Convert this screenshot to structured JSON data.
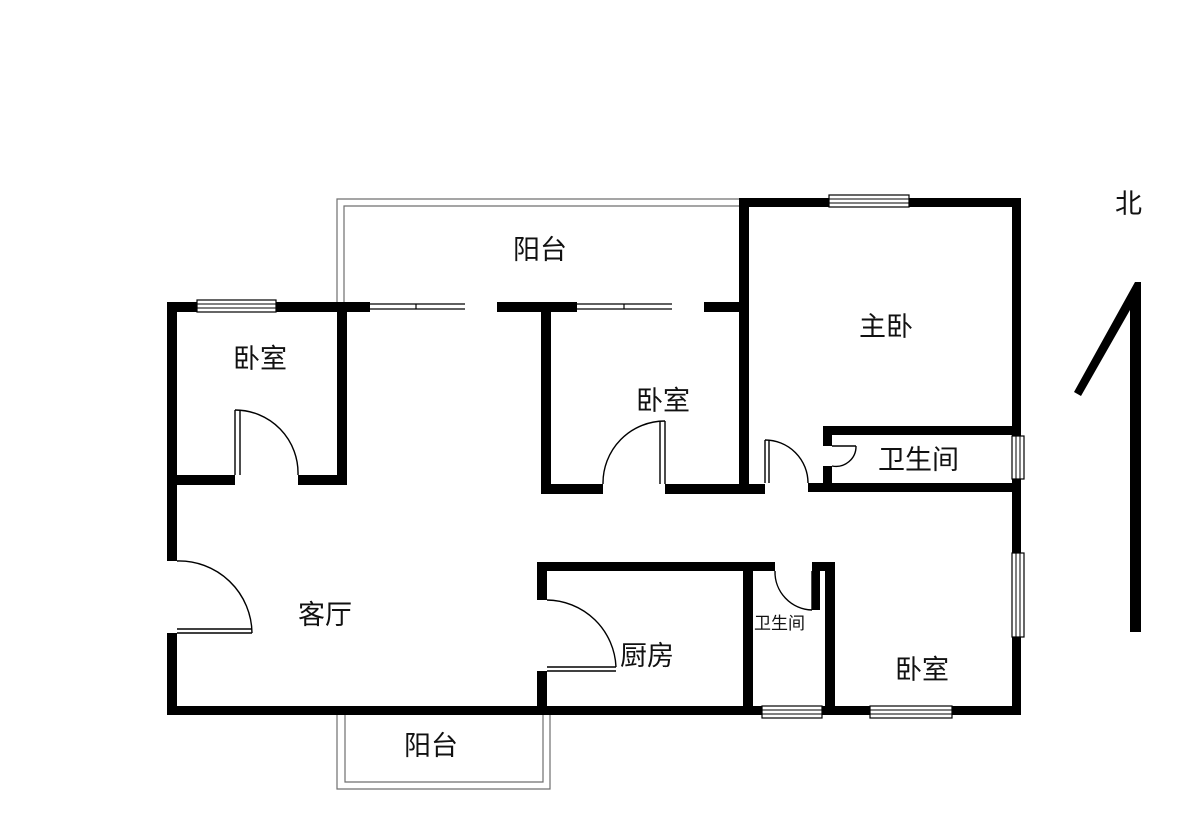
{
  "floorplan": {
    "rooms": {
      "balcony_north": "阳台",
      "bedroom_west": "卧室",
      "bedroom_middle": "卧室",
      "master_bedroom": "主卧",
      "bathroom_master": "卫生间",
      "living_room": "客厅",
      "kitchen": "厨房",
      "bathroom_small": "卫生间",
      "bedroom_southeast": "卧室",
      "balcony_south": "阳台"
    },
    "compass": {
      "label": "北"
    }
  }
}
